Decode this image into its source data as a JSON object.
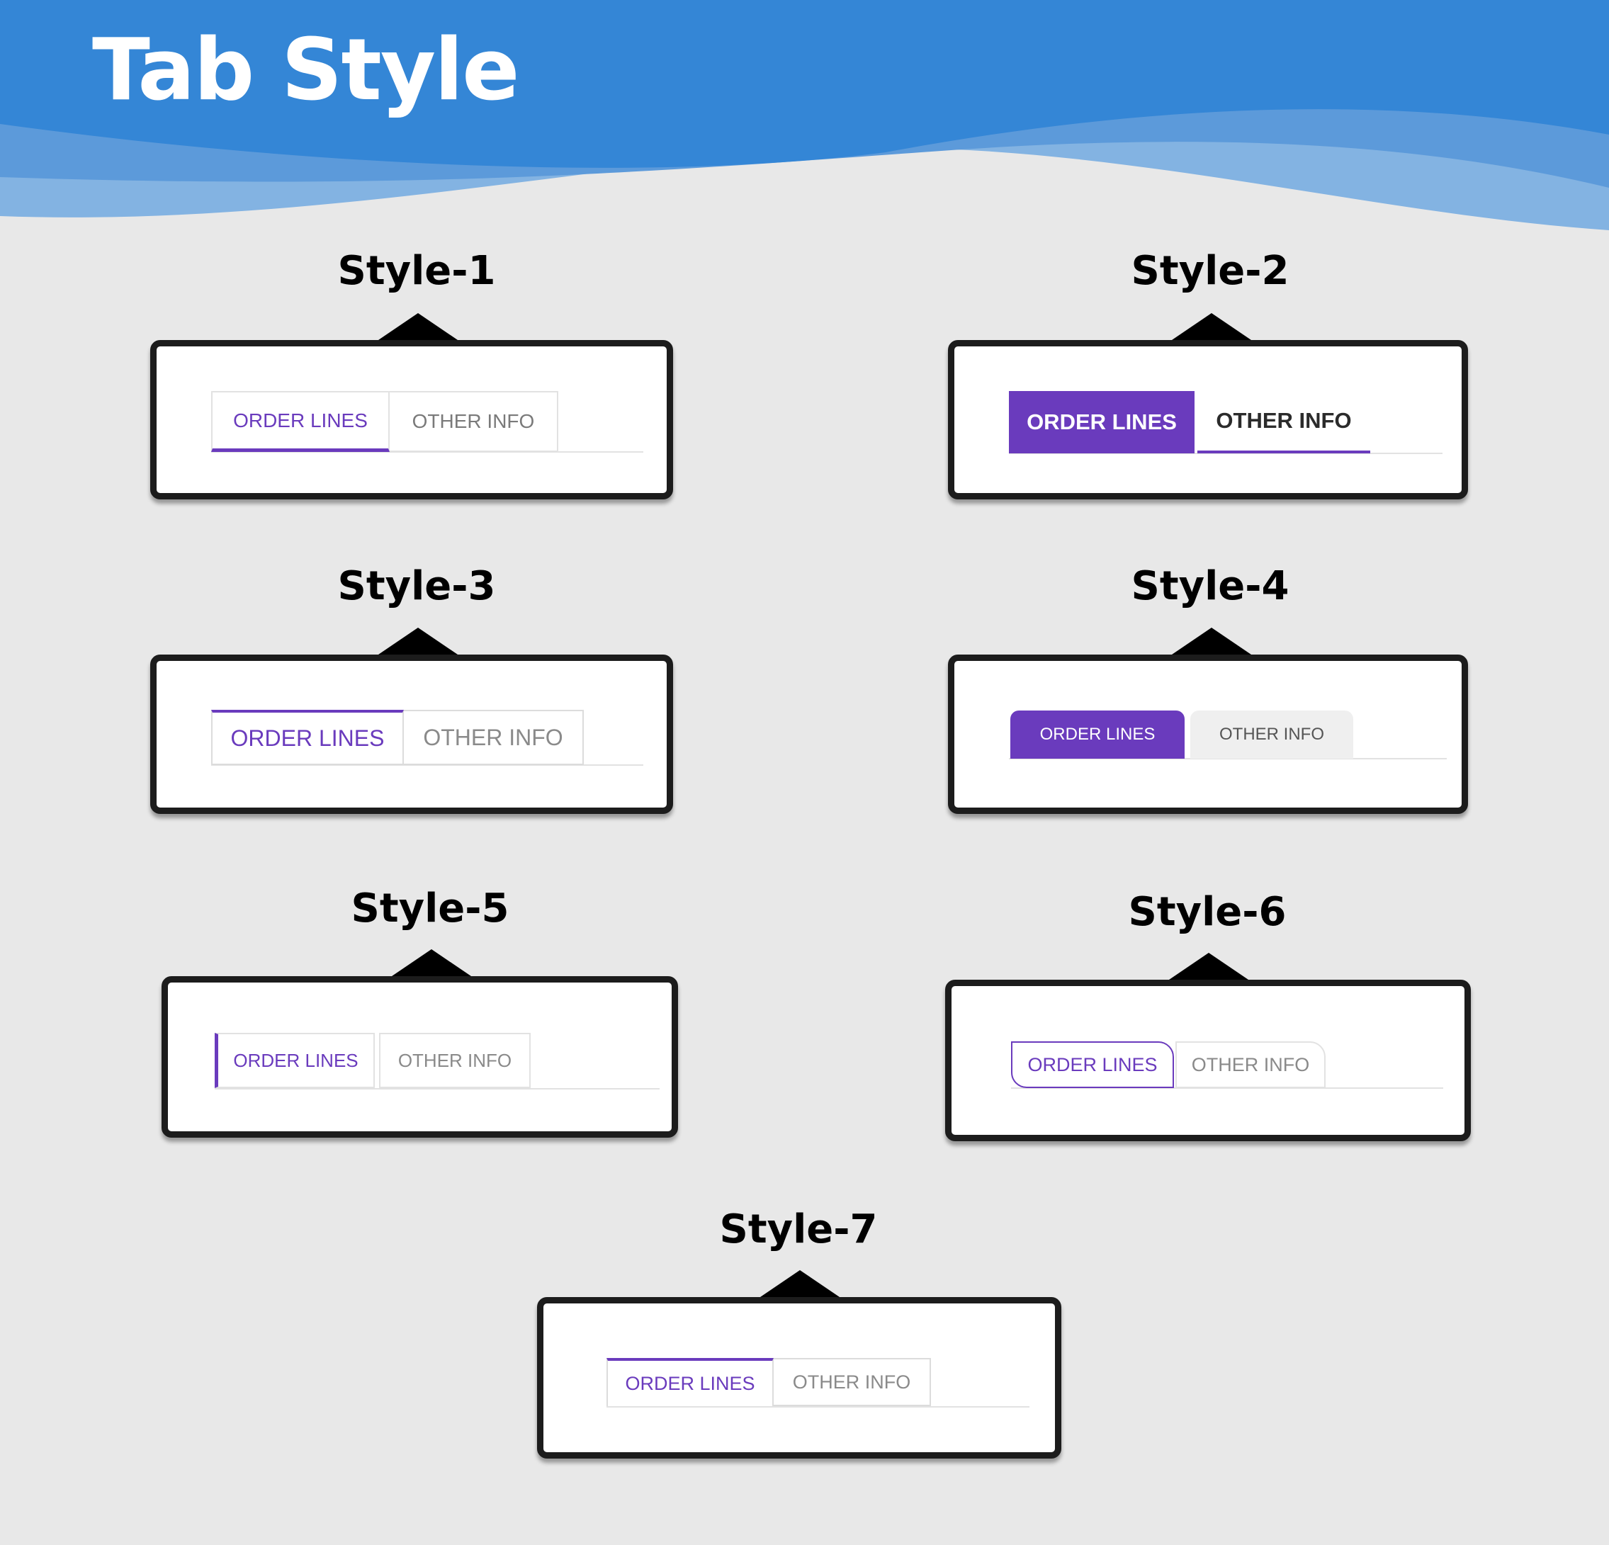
{
  "page": {
    "title": "Tab Style"
  },
  "colors": {
    "header_blue": "#3486d6",
    "wave_light": "#83b3e2",
    "accent_purple": "#6a3bbd",
    "background": "#e8e8e8"
  },
  "styles": [
    {
      "label": "Style-1",
      "tabs": [
        {
          "label": "ORDER LINES",
          "active": true
        },
        {
          "label": "OTHER INFO",
          "active": false
        }
      ]
    },
    {
      "label": "Style-2",
      "tabs": [
        {
          "label": "ORDER LINES",
          "active": true
        },
        {
          "label": "OTHER INFO",
          "active": false
        }
      ]
    },
    {
      "label": "Style-3",
      "tabs": [
        {
          "label": "ORDER LINES",
          "active": true
        },
        {
          "label": "OTHER INFO",
          "active": false
        }
      ]
    },
    {
      "label": "Style-4",
      "tabs": [
        {
          "label": "ORDER LINES",
          "active": true
        },
        {
          "label": "OTHER INFO",
          "active": false
        }
      ]
    },
    {
      "label": "Style-5",
      "tabs": [
        {
          "label": "ORDER LINES",
          "active": true
        },
        {
          "label": "OTHER INFO",
          "active": false
        }
      ]
    },
    {
      "label": "Style-6",
      "tabs": [
        {
          "label": "ORDER LINES",
          "active": true
        },
        {
          "label": "OTHER INFO",
          "active": false
        }
      ]
    },
    {
      "label": "Style-7",
      "tabs": [
        {
          "label": "ORDER LINES",
          "active": true
        },
        {
          "label": "OTHER INFO",
          "active": false
        }
      ]
    }
  ]
}
